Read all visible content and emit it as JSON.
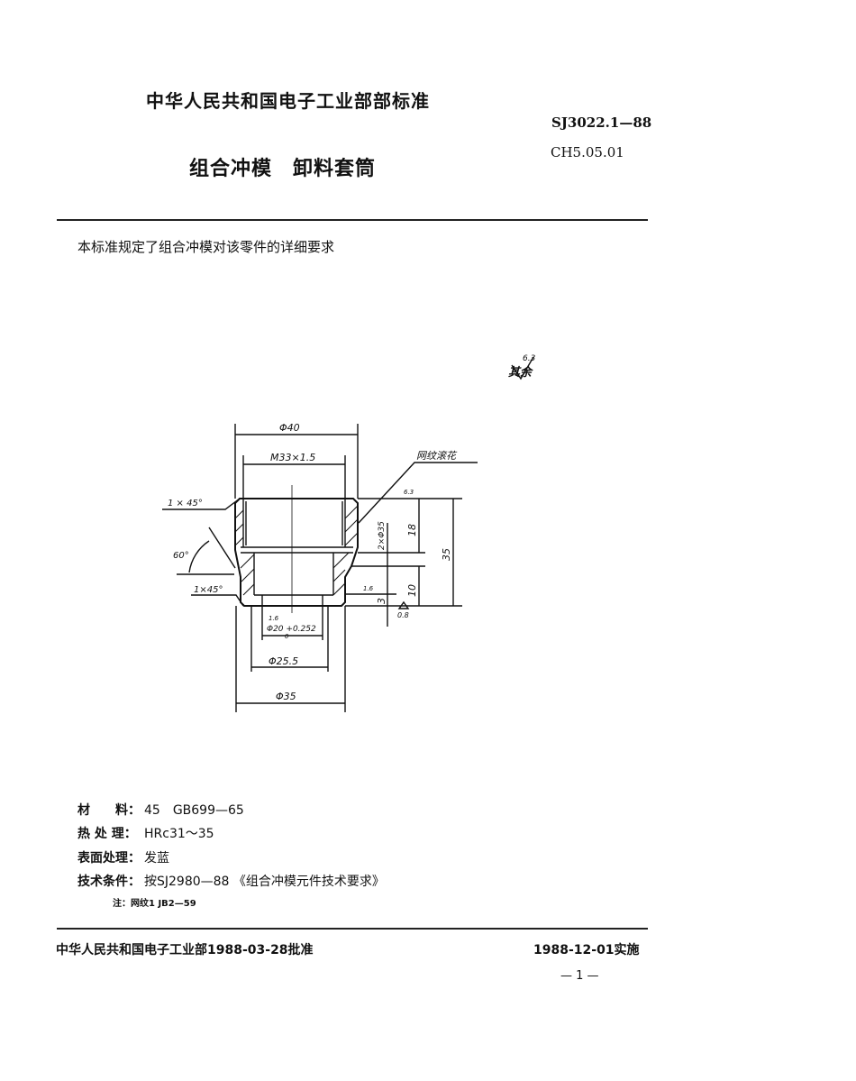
{
  "header": {
    "issuer": "中华人民共和国电子工业部部标准",
    "standard_no": "SJ3022.1—88",
    "class_code": "CH5.05.01",
    "title": "组合冲模　卸料套筒"
  },
  "intro": "本标准规定了组合冲模对该零件的详细要求",
  "drawing": {
    "roughness_other": "其余",
    "roughness_other_value": "6.3",
    "dim_outer_top": "Φ40",
    "dim_thread": "M33×1.5",
    "knurl_label": "网纹滚花",
    "chamfer_top": "1 × 45°",
    "angle": "60°",
    "chamfer_bottom": "1×45°",
    "dim_hole": "Φ20 +0.252",
    "dim_hole_tol_lower": "0",
    "dim_lower_bore": "Φ25.5",
    "dim_outer_bottom": "Φ35",
    "dim_2x": "2×Φ35",
    "dim_18": "18",
    "dim_35": "35",
    "dim_10": "10",
    "dim_3": "3",
    "roughness_top": "6.3",
    "roughness_mid": "1.6",
    "roughness_hole": "1.6",
    "roughness_bottom": "0.8"
  },
  "specs": [
    {
      "label": "材　　料：",
      "value": "45　GB699—65"
    },
    {
      "label": "热 处 理：",
      "value": "HRc31～35"
    },
    {
      "label": "表面处理：",
      "value": "发蓝"
    },
    {
      "label": "技术条件：",
      "value": "按SJ2980—88 《组合冲模元件技术要求》"
    }
  ],
  "note": "注：网纹1 JB2—59",
  "footer": {
    "approved": "中华人民共和国电子工业部1988-03-28批准",
    "effective": "1988-12-01实施",
    "page": "— 1 —"
  }
}
